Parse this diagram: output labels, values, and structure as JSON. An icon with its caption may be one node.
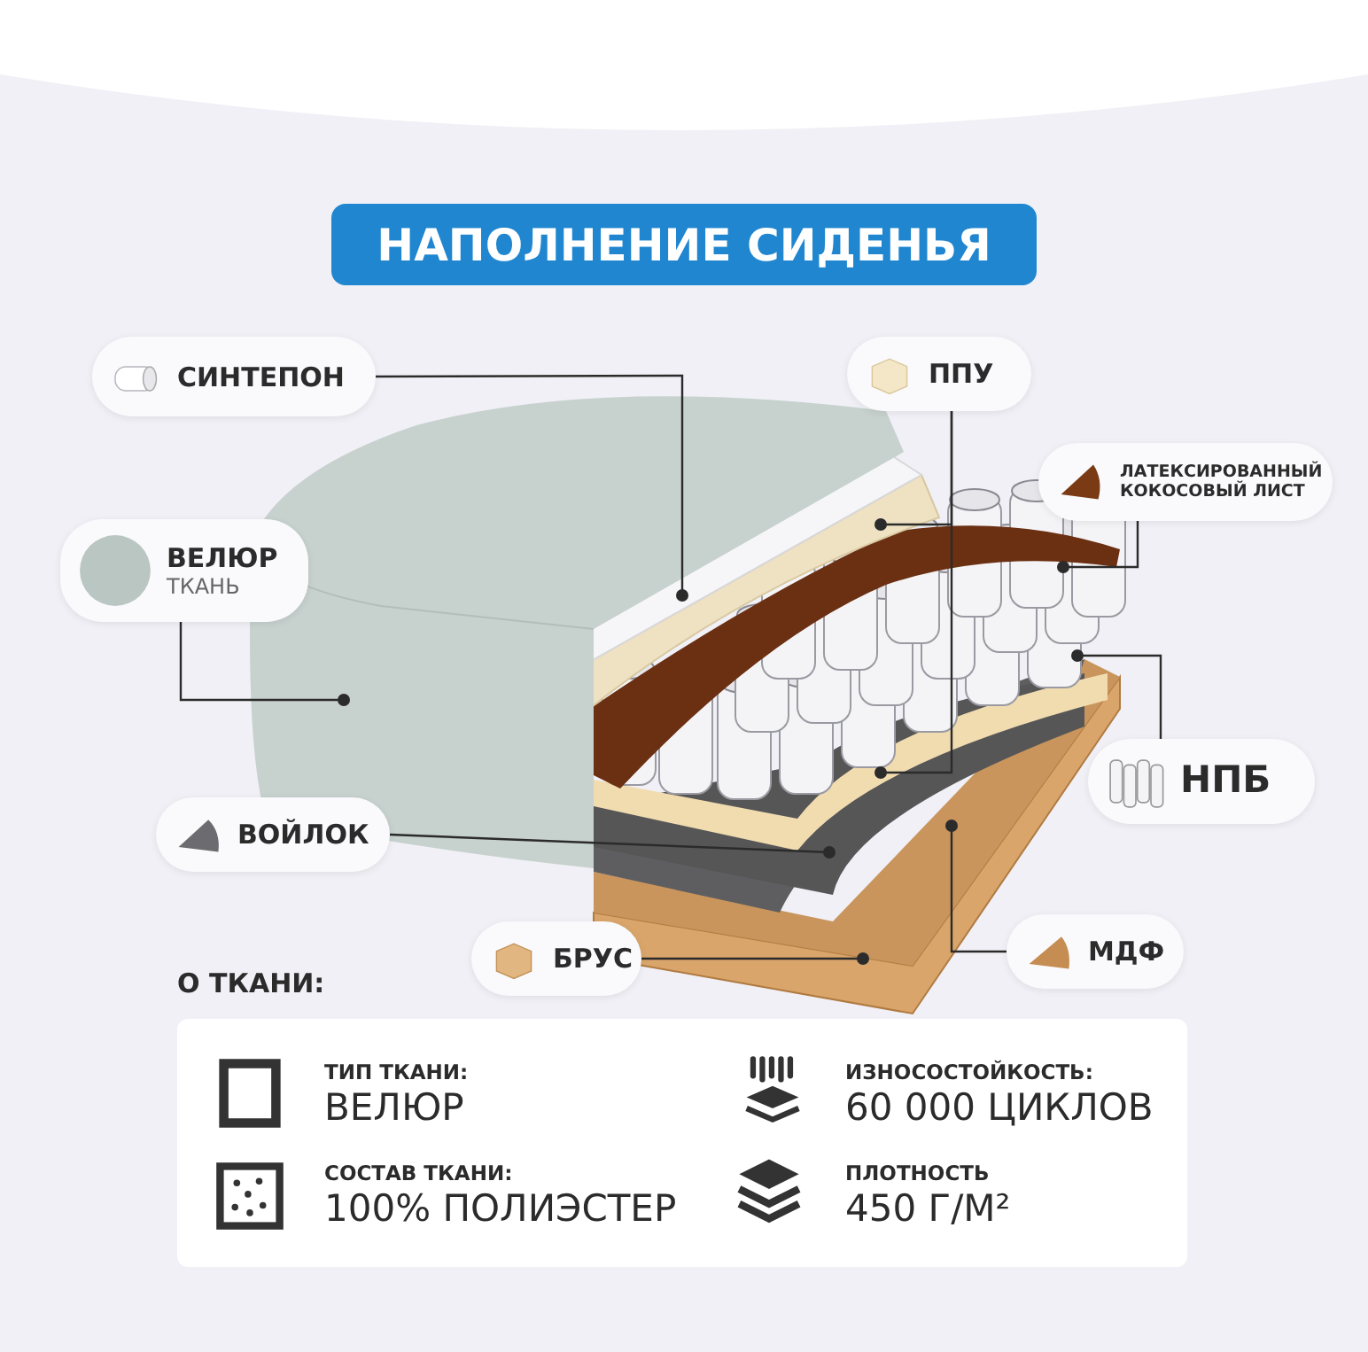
{
  "diagram": {
    "title": "НАПОЛНЕНИЕ СИДЕНЬЯ",
    "nodes": [
      {
        "text": [
          "СИНТЕПОН"
        ]
      },
      {
        "text": [
          "ППУ"
        ]
      },
      {
        "text": [
          "ЛАТЕКСИРОВАННЫЙ КОКОСОВЫЙ ЛИСТ"
        ]
      },
      {
        "text": [
          "ВЕЛЮР",
          "ТКАНЬ"
        ]
      },
      {
        "text": [
          "НПБ"
        ]
      },
      {
        "text": [
          "ВОЙЛОК"
        ]
      },
      {
        "text": [
          "БРУС"
        ]
      },
      {
        "text": [
          "МДФ"
        ]
      }
    ],
    "edges": [
      {
        "from": 0,
        "to": null,
        "arrow": "other"
      },
      {
        "from": 1,
        "to": null,
        "arrow": "other"
      },
      {
        "from": 1,
        "to": null,
        "arrow": "other"
      },
      {
        "from": 2,
        "to": null,
        "arrow": "other"
      },
      {
        "from": 3,
        "to": null,
        "arrow": "other"
      },
      {
        "from": 4,
        "to": null,
        "arrow": "other"
      },
      {
        "from": 5,
        "to": null,
        "arrow": "other"
      },
      {
        "from": 6,
        "to": null,
        "arrow": "other"
      },
      {
        "from": 7,
        "to": null,
        "arrow": "other"
      }
    ],
    "labels": [
      "О ТКАНИ:",
      "ТИП ТКАНИ:",
      "ВЕЛЮР",
      "ИЗНОСОСТОЙКОСТЬ:",
      "60 000 ЦИКЛОВ",
      "СОСТАВ ТКАНИ:",
      "100% ПОЛИЭСТЕР",
      "ПЛОТНОСТЬ",
      "450 Г/М²"
    ]
  }
}
